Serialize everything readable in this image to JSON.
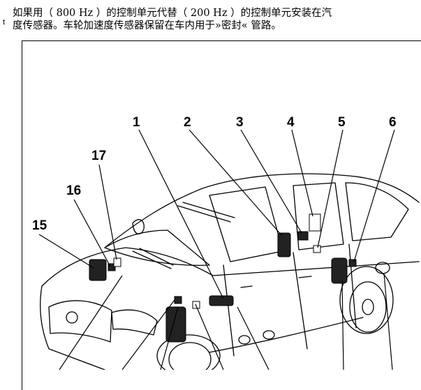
{
  "note": {
    "bullet": "t",
    "line1": "如果用（ 800 Hz ）的控制单元代替（ 200 Hz ）的控制单元安装在汽",
    "line2": "度传感器。车轮加速度传感器保留在车内用于»密封« 管路。"
  },
  "figure": {
    "callouts": [
      "1",
      "2",
      "3",
      "4",
      "5",
      "6",
      "15",
      "16",
      "17"
    ]
  }
}
